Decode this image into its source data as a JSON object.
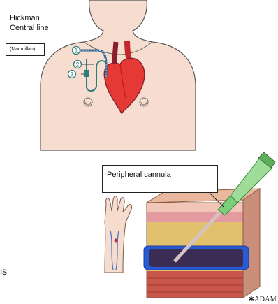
{
  "hickman": {
    "title_line1": "Hickman",
    "title_line2": "Central line",
    "source": "(Macmillan)",
    "markers": [
      "1",
      "2",
      "3"
    ]
  },
  "cannula": {
    "label": "Peripheral cannula"
  },
  "stray_text": "is",
  "credit": "ADAM"
}
